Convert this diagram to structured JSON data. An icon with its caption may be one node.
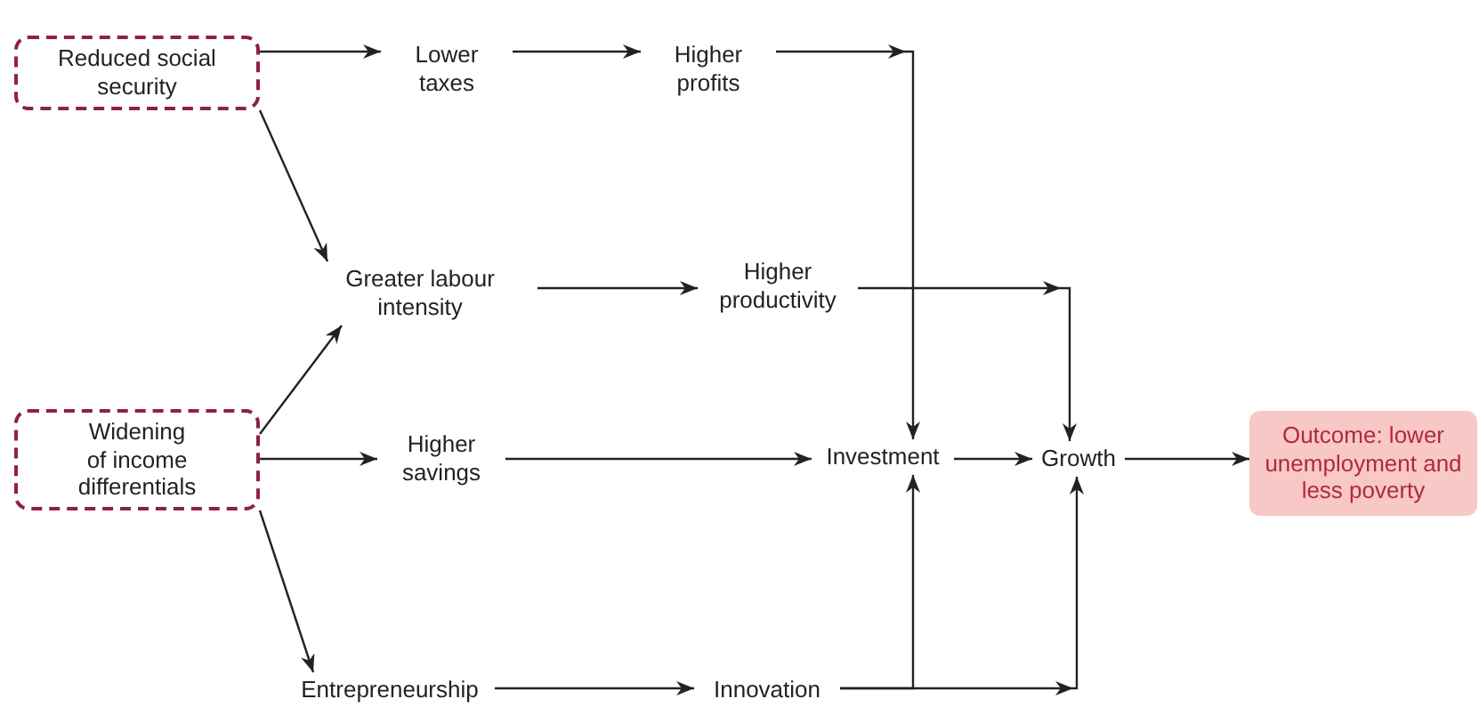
{
  "diagram": {
    "nodes": [
      {
        "text": [
          "Reduced social security"
        ]
      },
      {
        "text": [
          "Lower taxes"
        ]
      },
      {
        "text": [
          "Higher profits"
        ]
      },
      {
        "text": [
          "Greater labour intensity"
        ]
      },
      {
        "text": [
          "Higher productivity"
        ]
      },
      {
        "text": [
          "Widening of income differentials"
        ]
      },
      {
        "text": [
          "Higher savings"
        ]
      },
      {
        "text": [
          "Investment"
        ]
      },
      {
        "text": [
          "Growth"
        ]
      },
      {
        "text": [
          "Outcome: lower unemployment and less poverty"
        ]
      },
      {
        "text": [
          "Entrepreneurship"
        ]
      },
      {
        "text": [
          "Innovation"
        ]
      }
    ],
    "edges": [
      {
        "from": 0,
        "to": 1,
        "arrow": "to"
      },
      {
        "from": 1,
        "to": 2,
        "arrow": "to"
      },
      {
        "from": 2,
        "to": 7,
        "arrow": "to"
      },
      {
        "from": 0,
        "to": 3,
        "arrow": "to"
      },
      {
        "from": 5,
        "to": 3,
        "arrow": "to"
      },
      {
        "from": 3,
        "to": 4,
        "arrow": "to"
      },
      {
        "from": 4,
        "to": 8,
        "arrow": "to"
      },
      {
        "from": 5,
        "to": 6,
        "arrow": "to"
      },
      {
        "from": 6,
        "to": 7,
        "arrow": "to"
      },
      {
        "from": 7,
        "to": 8,
        "arrow": "to"
      },
      {
        "from": 8,
        "to": 9,
        "arrow": "to"
      },
      {
        "from": 5,
        "to": 10,
        "arrow": "to"
      },
      {
        "from": 10,
        "to": 11,
        "arrow": "to"
      },
      {
        "from": 11,
        "to": 7,
        "arrow": "to"
      },
      {
        "from": 11,
        "to": 8,
        "arrow": "to"
      }
    ]
  }
}
